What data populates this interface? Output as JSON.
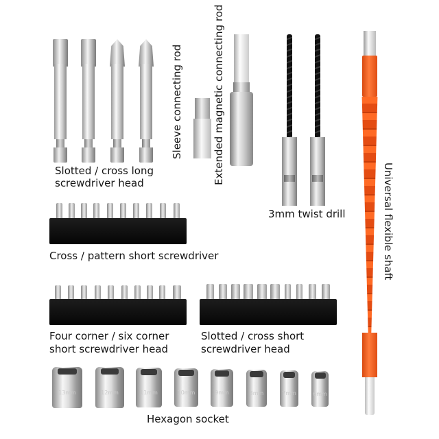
{
  "image": {
    "subject": "Screwdriver bit set components",
    "background_color": "#ffffff",
    "accent_color": "#f05a1a"
  },
  "labels": {
    "long_bits_line1": "Slotted / cross long",
    "long_bits_line2": "screwdriver head",
    "sleeve_rod": "Sleeve connecting rod",
    "extended_rod": "Extended magnetic connecting rod",
    "twist_drill": "3mm twist drill",
    "flexible_shaft": "Universal flexible shaft",
    "cross_short": "Cross / pattern short screwdriver",
    "corner_short_line1": "Four corner / six corner",
    "corner_short_line2": "short screwdriver head",
    "slotted_short_line1": "Slotted / cross short",
    "slotted_short_line2": "screwdriver head",
    "hex_socket": "Hexagon socket"
  },
  "long_bits": [
    "slotted",
    "slotted",
    "phillips",
    "phillips"
  ],
  "tray_counts": {
    "cross_short": 10,
    "corner_short": 10,
    "slotted_short": 10
  },
  "sockets": [
    "13mm",
    "12mm",
    "11mm",
    "10mm",
    "9mm",
    "8mm",
    "7mm",
    "6mm"
  ]
}
